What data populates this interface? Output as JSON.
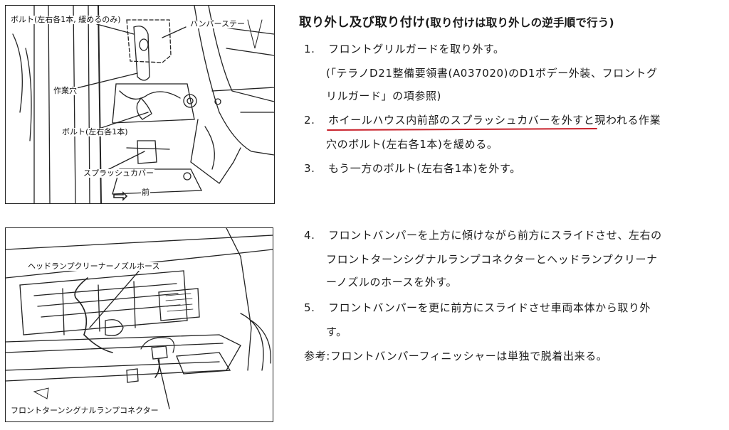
{
  "figure1": {
    "callouts": {
      "bolt_loosen": "ボルト(左右各1本, 緩めるのみ)",
      "bumper_stay": "バンパーステー",
      "work_hole": "作業穴",
      "bolt_each": "ボルト(左右各1本)",
      "splash_cover": "スプラッシュカバー",
      "front": "前"
    }
  },
  "figure2": {
    "callouts": {
      "headlamp_hose": "ヘッドランプクリーナーノズルホース",
      "turn_connector": "フロントターンシグナルランプコネクター"
    }
  },
  "heading": {
    "main": "取り外し及び取り付け",
    "sub": "(取り付けは取り外しの逆手順で行う)"
  },
  "steps": {
    "s1": {
      "num": "1.",
      "line1": "フロントグリルガードを取り外す。",
      "line2": "(「テラノD21整備要領書(A037020)のD1ボデー外装、フロントグ",
      "line3": "リルガード」の項参照)"
    },
    "s2": {
      "num": "2.",
      "line1_underlined": "ホイールハウス内前部のスプラッシュカバーを外すと",
      "line1_rest": "現われる作業",
      "line2": "穴のボルト(左右各1本)を緩める。"
    },
    "s3": {
      "num": "3.",
      "line1": "もう一方のボルト(左右各1本)を外す。"
    },
    "s4": {
      "num": "4.",
      "line1": "フロントバンパーを上方に傾けながら前方にスライドさせ、左右の",
      "line2": "フロントターンシグナルランプコネクターとヘッドランプクリーナ",
      "line3": "ーノズルのホースを外す。"
    },
    "s5": {
      "num": "5.",
      "line1": "フロントバンパーを更に前方にスライドさせ車両本体から取り外",
      "line2": "す。"
    },
    "note": "参考:フロントバンパーフィニッシャーは単独で脱着出来る。"
  }
}
